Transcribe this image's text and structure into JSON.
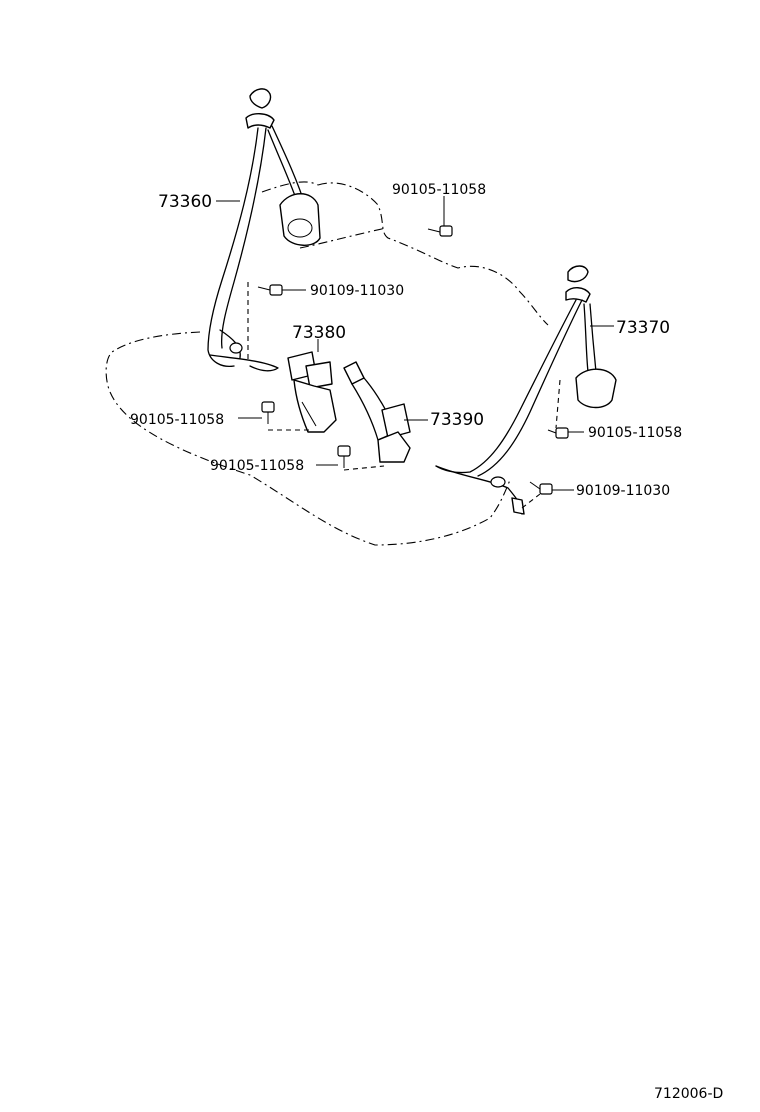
{
  "parts": {
    "belt_rear_left": "73360",
    "belt_rear_right": "73370",
    "buckle_center": "73380",
    "buckle_right": "73390",
    "bolt_a": "90105-11058",
    "bolt_b": "90109-11030",
    "bolt_c": "90105-11058",
    "bolt_d": "90105-11058",
    "bolt_e": "90105-11058",
    "bolt_f": "90109-11030"
  },
  "figure_code": "712006-D"
}
